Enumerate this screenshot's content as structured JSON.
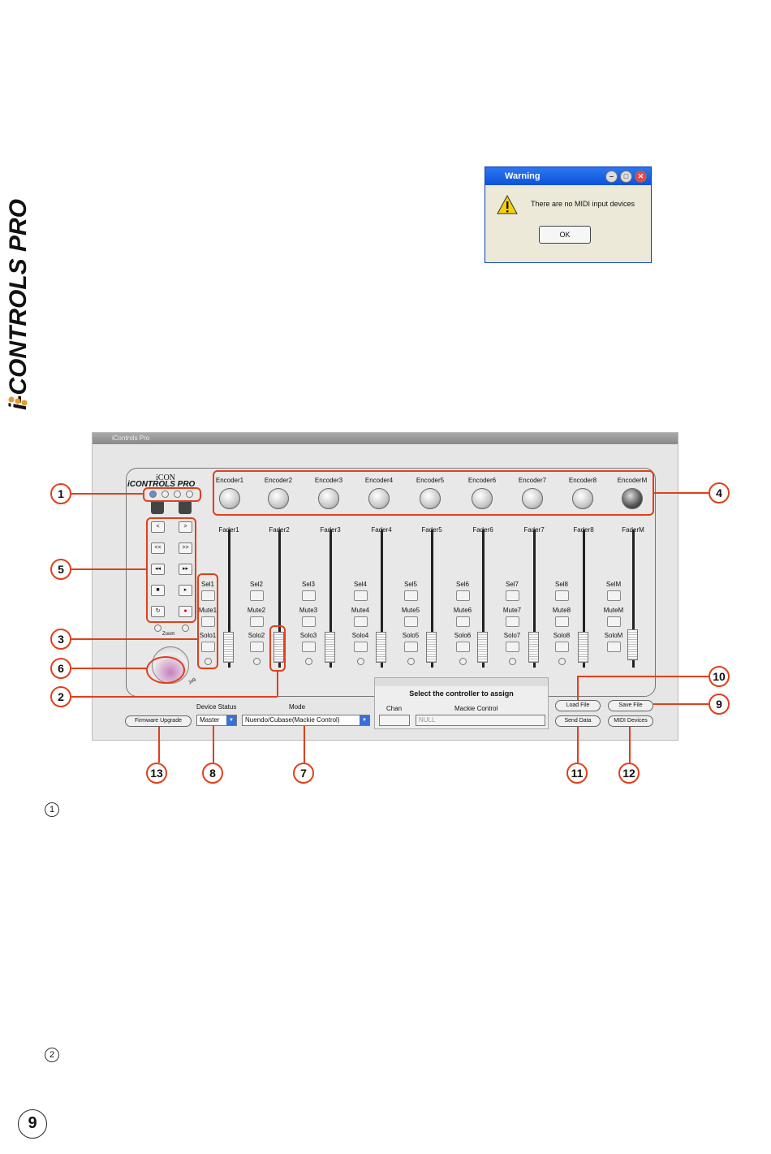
{
  "side_logo": {
    "text": "i-CONTROLS PRO"
  },
  "warning_dialog": {
    "title": "Warning",
    "message": "There are no MIDI input devices",
    "ok_label": "OK"
  },
  "app": {
    "title": "iControls Pro",
    "logo_top": "iCON",
    "logo_bottom": "iCONTROLS PRO",
    "encoders": [
      "Encoder1",
      "Encoder2",
      "Encoder3",
      "Encoder4",
      "Encoder5",
      "Encoder6",
      "Encoder7",
      "Encoder8",
      "EncoderM"
    ],
    "faders": [
      "Fader1",
      "Fader2",
      "Fader3",
      "Fader4",
      "Fader5",
      "Fader6",
      "Fader7",
      "Fader8",
      "FaderM"
    ],
    "sel": [
      "Sel1",
      "Sel2",
      "Sel3",
      "Sel4",
      "Sel5",
      "Sel6",
      "Sel7",
      "Sel8",
      "SelM"
    ],
    "mute": [
      "Mute1",
      "Mute2",
      "Mute3",
      "Mute4",
      "Mute5",
      "Mute6",
      "Mute7",
      "Mute8",
      "MuteM"
    ],
    "solo": [
      "Solo1",
      "Solo2",
      "Solo3",
      "Solo4",
      "Solo5",
      "Solo6",
      "Solo7",
      "Solo8",
      "SoloM"
    ],
    "transport": [
      "<",
      ">",
      "<<",
      ">>",
      "◂◂",
      "▸▸",
      "■",
      "▸",
      "↻",
      "●"
    ],
    "zoom_label": "Zoom",
    "jog_label": "Jog",
    "device_status_label": "Device Status",
    "device_status_value": "Master",
    "mode_label": "Mode",
    "mode_value": "Nuendo/Cubase(Mackie Control)",
    "assign_title": "Select the controller to assign",
    "chan_label": "Chan",
    "mackie_label": "Mackie Control",
    "mackie_value": "NULL",
    "firmware_button": "Firmware Upgrade",
    "load_file": "Load File",
    "save_file": "Save File",
    "send_data": "Send Data",
    "midi_devices": "MIDI Devices"
  },
  "callouts": [
    "1",
    "2",
    "3",
    "4",
    "5",
    "6",
    "7",
    "8",
    "9",
    "10",
    "11",
    "12",
    "13"
  ],
  "section_markers": [
    "1",
    "2"
  ],
  "page_number": "9",
  "colors": {
    "callout": "#e0401b",
    "titlebar": "#0b52d9"
  }
}
